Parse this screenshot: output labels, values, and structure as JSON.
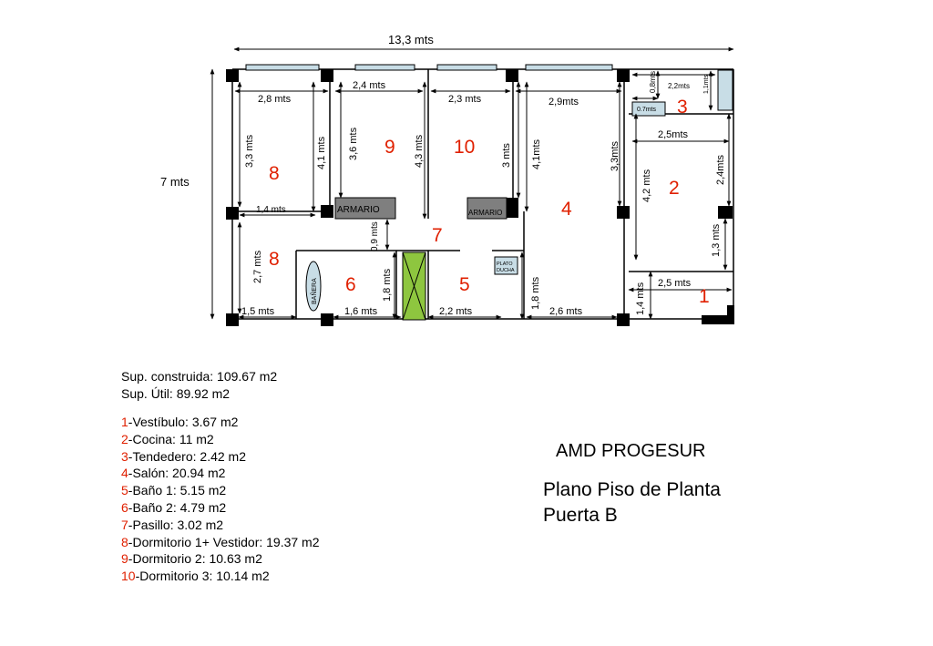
{
  "dimensions": {
    "total_width": "13,3 mts",
    "total_height": "7 mts",
    "top_room8": "2,8 mts",
    "top_room9": "2,4 mts",
    "top_room10": "2,3 mts",
    "top_room4": "2,9mts",
    "r3_small_w": "2,2mts",
    "r3_small_h": "0,8mts",
    "r3_right_h": "1,1mts",
    "r3_sink": "0.7mts",
    "r2_width": "2,5mts",
    "r2_right_h": "2,4mts",
    "r2_left_h": "4,2 mts",
    "r2_lower_h": "1,3 mts",
    "r1_width": "2,5 mts",
    "r1_height": "1,4 mts",
    "r8_h1": "3,3 mts",
    "r8_h2": "4,1 mts",
    "r8_closet": "1,4 mts",
    "r8_lower_h": "2,7 mts",
    "r9_h1": "3,6 mts",
    "r9_h2": "4,3 mts",
    "r10_h": "3 mts",
    "r4_h1": "4,1mts",
    "r4_h2": "3,3mts",
    "corridor_h": "0,9 mts",
    "r6_h": "1,8 mts",
    "r5_h": "1,8 mts",
    "bottom_1": "1,5 mts",
    "bottom_2": "1,6 mts",
    "bottom_3": "2,2 mts",
    "bottom_4": "2,6 mts"
  },
  "room_numbers": {
    "r1": "1",
    "r2": "2",
    "r3": "3",
    "r4": "4",
    "r5": "5",
    "r6": "6",
    "r7": "7",
    "r8a": "8",
    "r8b": "8",
    "r9": "9",
    "r10": "10"
  },
  "fixtures": {
    "armario_left": "ARMARIO",
    "armario_right": "ARMARIO",
    "banera": "BAÑERA",
    "plato_line1": "PLATO",
    "plato_line2": "DUCHA"
  },
  "legend": {
    "sup_construida": "Sup. construida: 109.67 m2",
    "sup_util": "Sup. Útil: 89.92 m2",
    "rooms": [
      {
        "num": "1",
        "text": "-Vestíbulo: 3.67 m2"
      },
      {
        "num": "2",
        "text": "-Cocina: 11 m2"
      },
      {
        "num": "3",
        "text": "-Tendedero: 2.42 m2"
      },
      {
        "num": "4",
        "text": "-Salón: 20.94 m2"
      },
      {
        "num": "5",
        "text": "-Baño 1: 5.15 m2"
      },
      {
        "num": "6",
        "text": "-Baño 2: 4.79 m2"
      },
      {
        "num": "7",
        "text": "-Pasillo: 3.02 m2"
      },
      {
        "num": "8",
        "text": "-Dormitorio 1+ Vestidor: 19.37 m2"
      },
      {
        "num": "9",
        "text": "-Dormitorio 2: 10.63 m2"
      },
      {
        "num": "10",
        "text": "-Dormitorio 3: 10.14 m2"
      }
    ]
  },
  "title": {
    "company": "AMD PROGESUR",
    "line1": "Plano Piso de Planta",
    "line2": "Puerta B"
  },
  "colors": {
    "room_number": "#e02000",
    "window": "#c8dde6",
    "closet": "#7f7f7f",
    "door_green": "#8ec63f",
    "tub": "#c8dde6"
  }
}
